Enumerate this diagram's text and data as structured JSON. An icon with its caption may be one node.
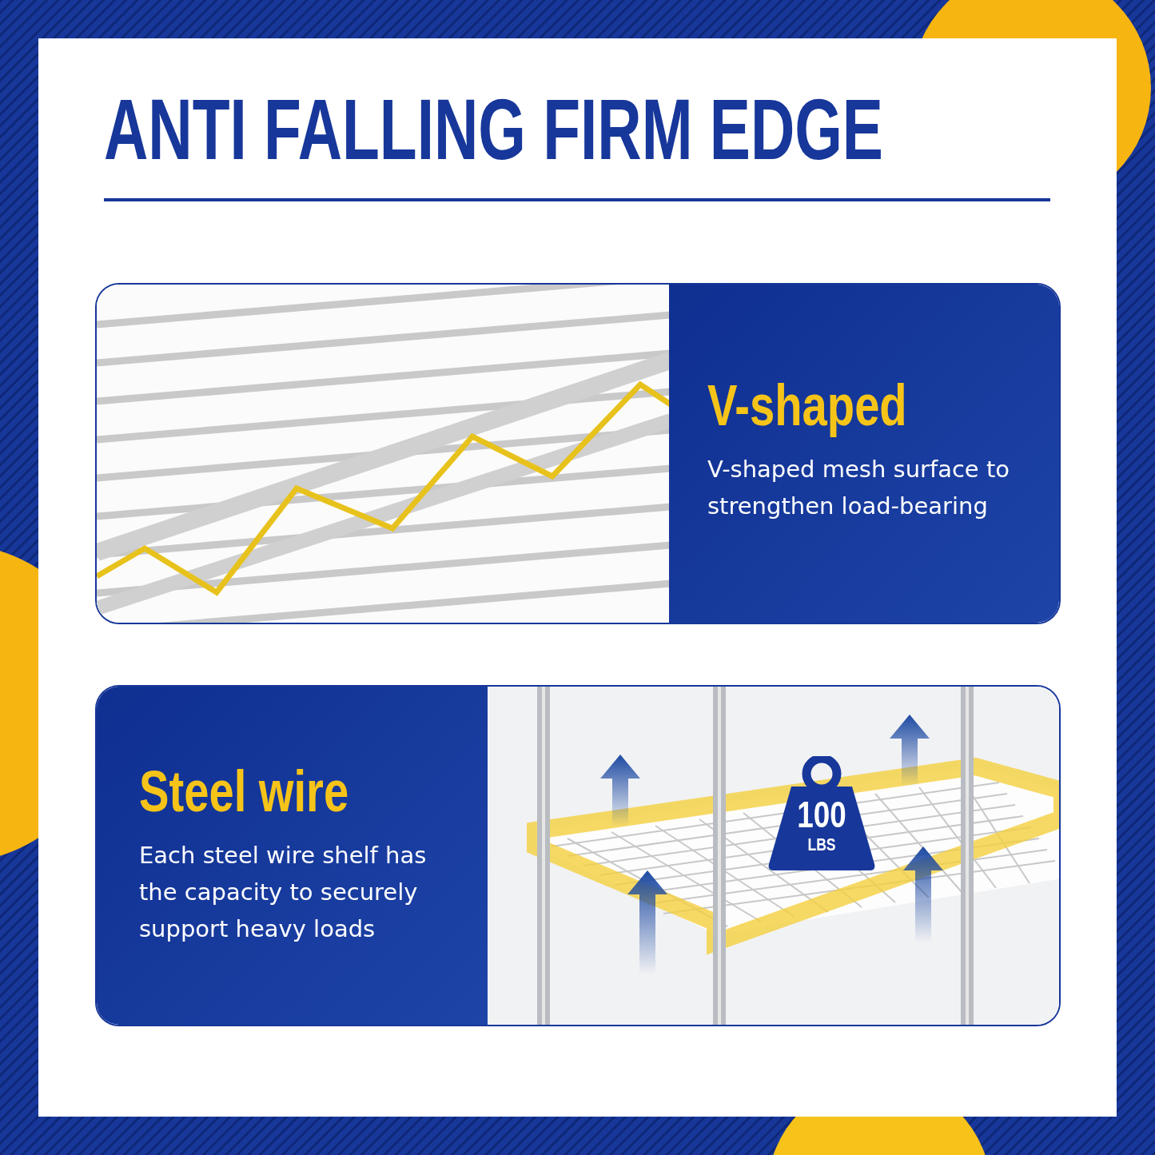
{
  "diagram": {
    "title": "ANTI FALLING FIRM EDGE",
    "nodes": [
      {
        "text": [
          "V-shaped",
          "V-shaped mesh surface to strengthen load-bearing"
        ]
      },
      {
        "text": [
          "Steel wire",
          "Each steel wire shelf has the capacity to securely support heavy loads"
        ]
      },
      {
        "text": [
          "100",
          "LBS"
        ],
        "in": 1
      }
    ],
    "edges": []
  }
}
